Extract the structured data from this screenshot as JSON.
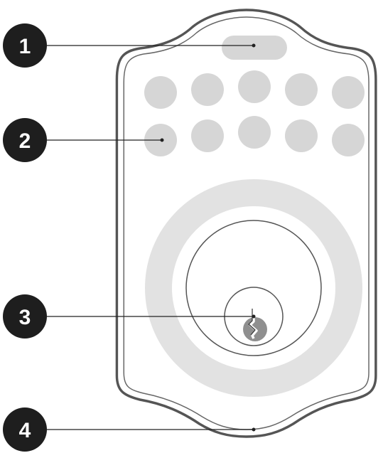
{
  "callouts": [
    {
      "number": "1",
      "target": "fingerprint-sensor"
    },
    {
      "number": "2",
      "target": "keypad-button"
    },
    {
      "number": "3",
      "target": "keyhole"
    },
    {
      "number": "4",
      "target": "lock-body-edge"
    }
  ],
  "keypad": {
    "rows": 2,
    "columns": 5
  },
  "colors": {
    "callout_fill": "#1e1e1e",
    "callout_text": "#ffffff",
    "outline": "#555555",
    "button_gray": "#d6d6d6",
    "ring_gray": "#e2e2e2",
    "cylinder_gray": "#8f8f8f",
    "leader_line": "#222222"
  }
}
